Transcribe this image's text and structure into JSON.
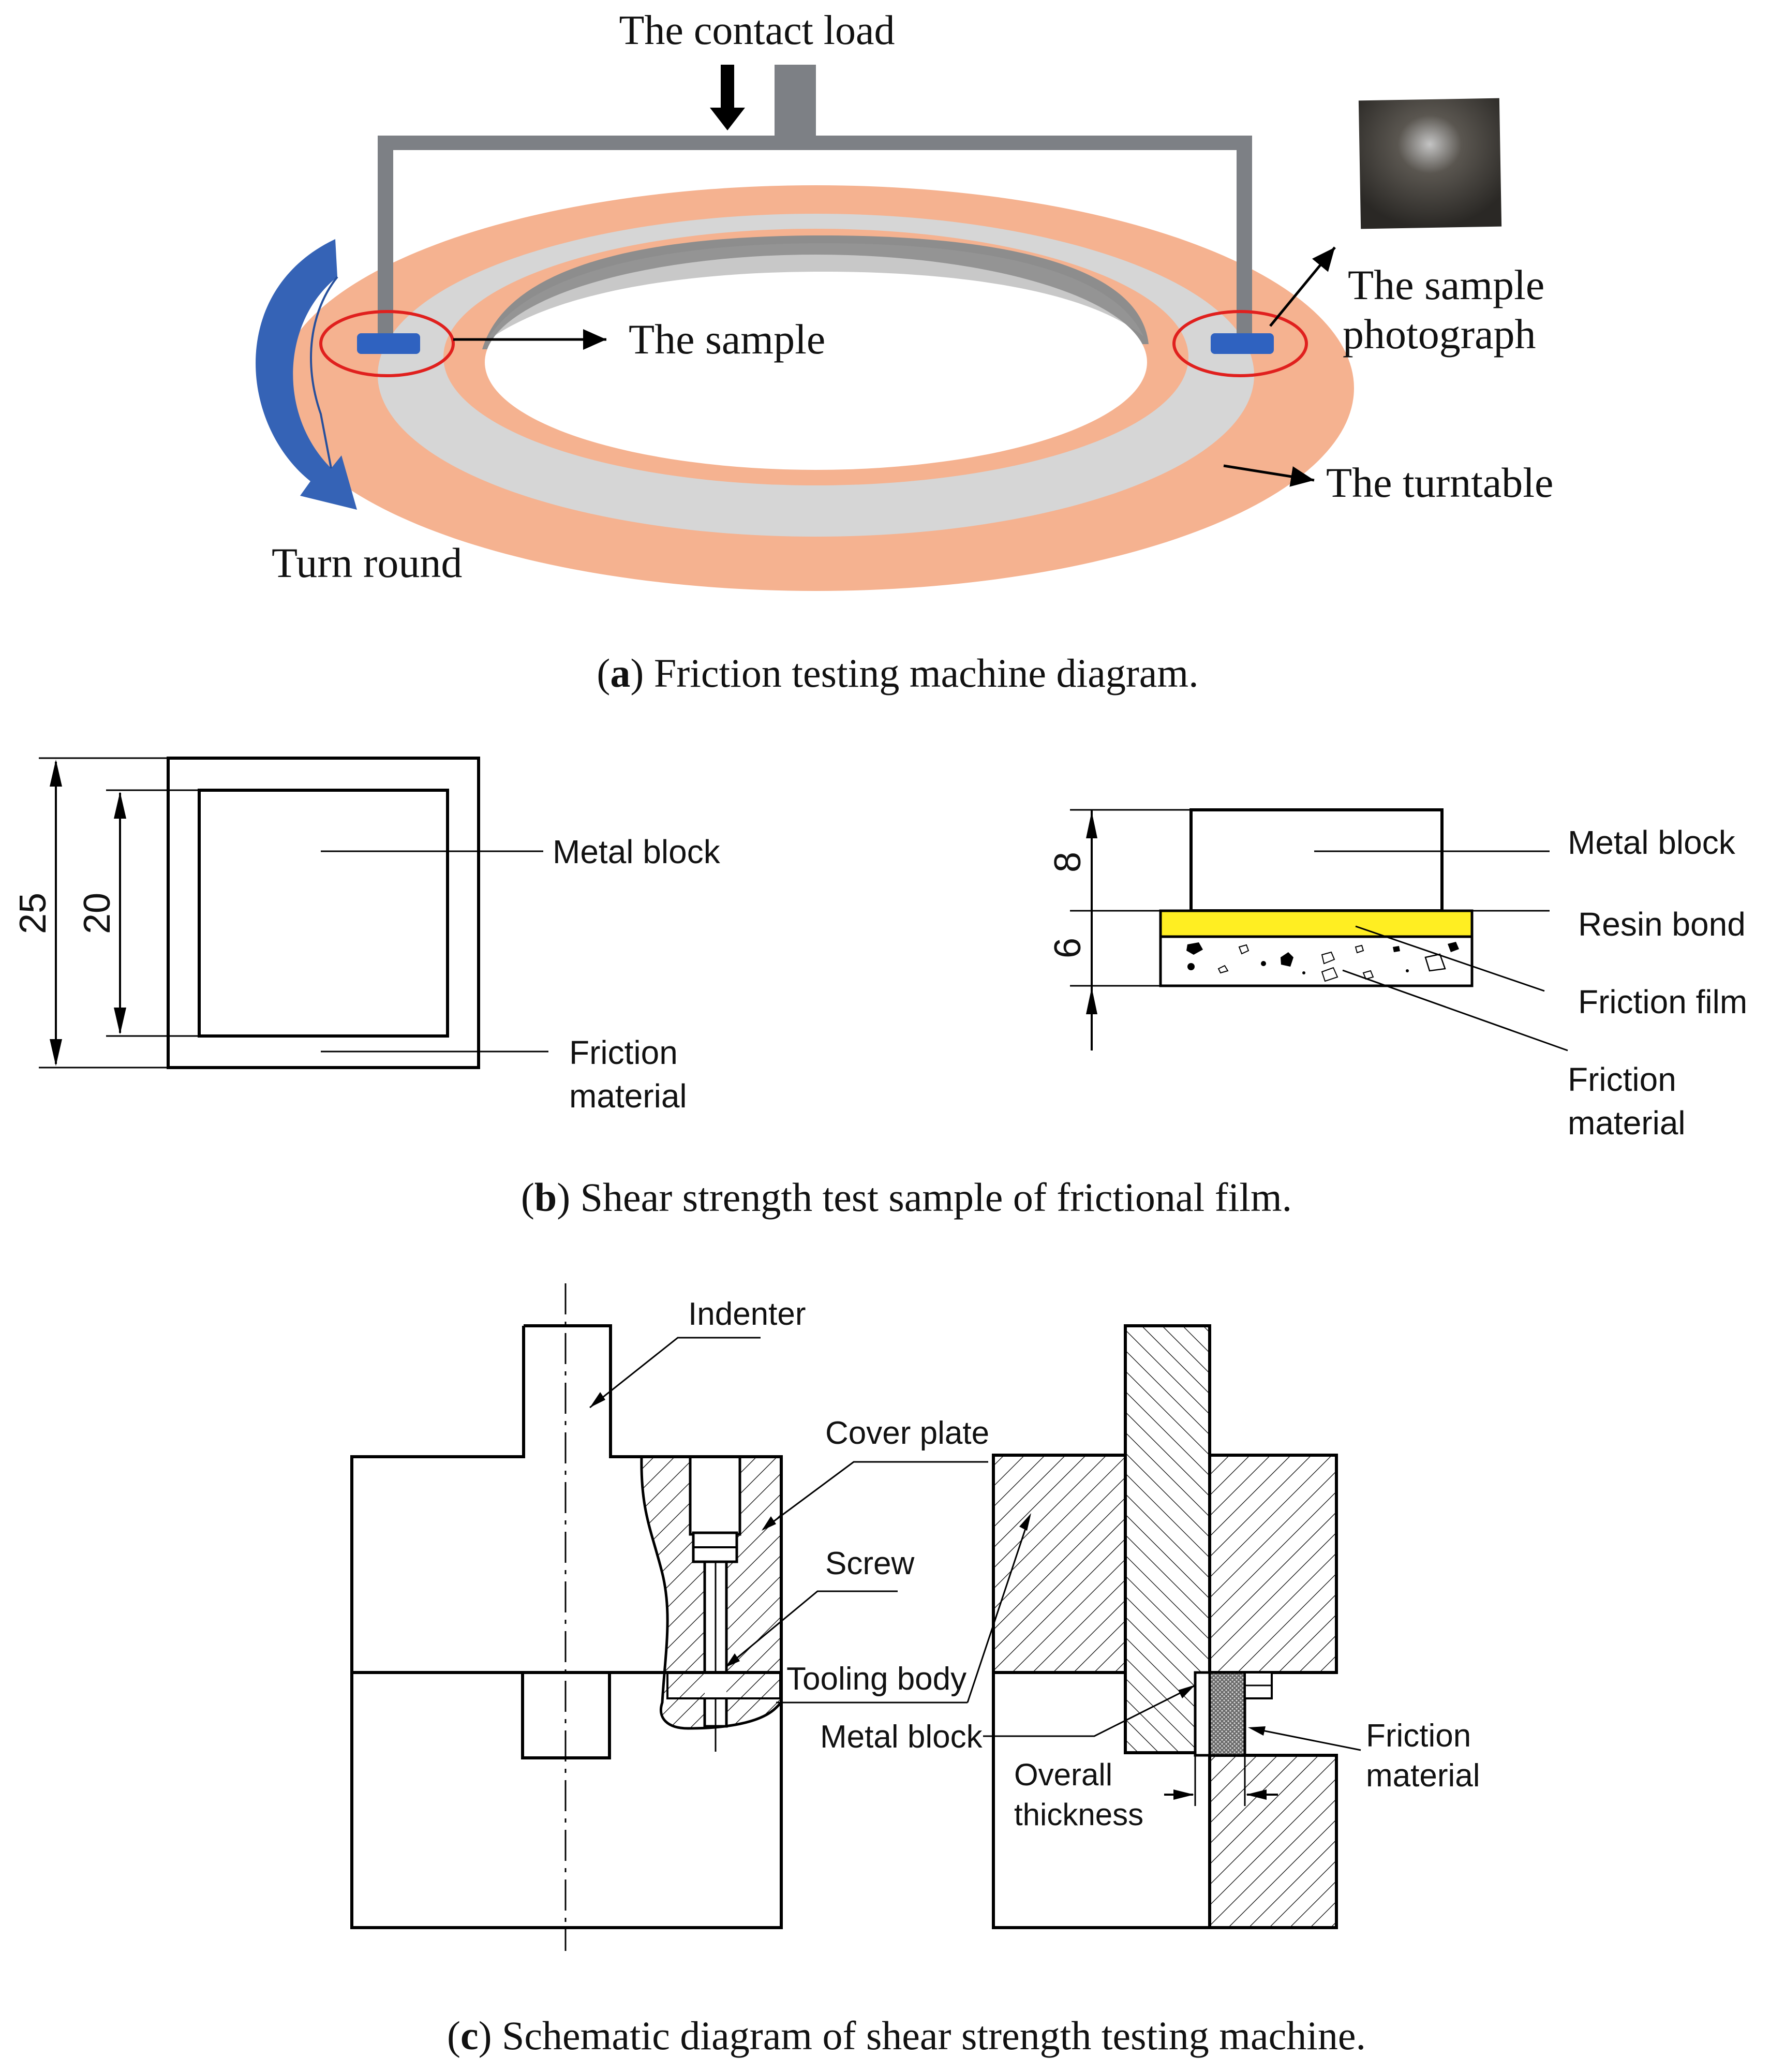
{
  "panel_a": {
    "labels": {
      "contact_load": "The contact load",
      "sample": "The sample",
      "sample_photo_line1": "The sample",
      "sample_photo_line2": "photograph",
      "turntable": "The turntable",
      "turn_round": "Turn round"
    },
    "caption_letter": "a",
    "caption_text": ") Friction testing machine diagram.",
    "colors": {
      "turntable": "#f4b090",
      "track": "#d4d4d4",
      "bar": "#7d8085",
      "sample": "#2f62c0",
      "marker": "#e0201e",
      "arrow": "#3563b6"
    }
  },
  "panel_b": {
    "left": {
      "dim_outer": "25",
      "dim_inner": "20",
      "metal_block": "Metal block",
      "friction_line1": "Friction",
      "friction_line2": "material"
    },
    "right": {
      "dim_top": "8",
      "dim_bottom": "6",
      "metal_block": "Metal block",
      "resin_bond": "Resin bond",
      "friction_film": "Friction film",
      "friction_line1": "Friction",
      "friction_line2": "material"
    },
    "caption_letter": "b",
    "caption_text": ") Shear strength test sample of frictional film.",
    "colors": {
      "resin": "#ffee22"
    }
  },
  "panel_c": {
    "left": {
      "indenter": "Indenter",
      "cover_plate": "Cover plate",
      "screw": "Screw",
      "tooling_body": "Tooling body"
    },
    "right": {
      "metal_block": "Metal block",
      "friction_line1": "Friction",
      "friction_line2": "material",
      "overall_line1": "Overall",
      "overall_line2": "thickness"
    },
    "caption_letter": "c",
    "caption_text": ") Schematic diagram of shear strength testing machine."
  }
}
